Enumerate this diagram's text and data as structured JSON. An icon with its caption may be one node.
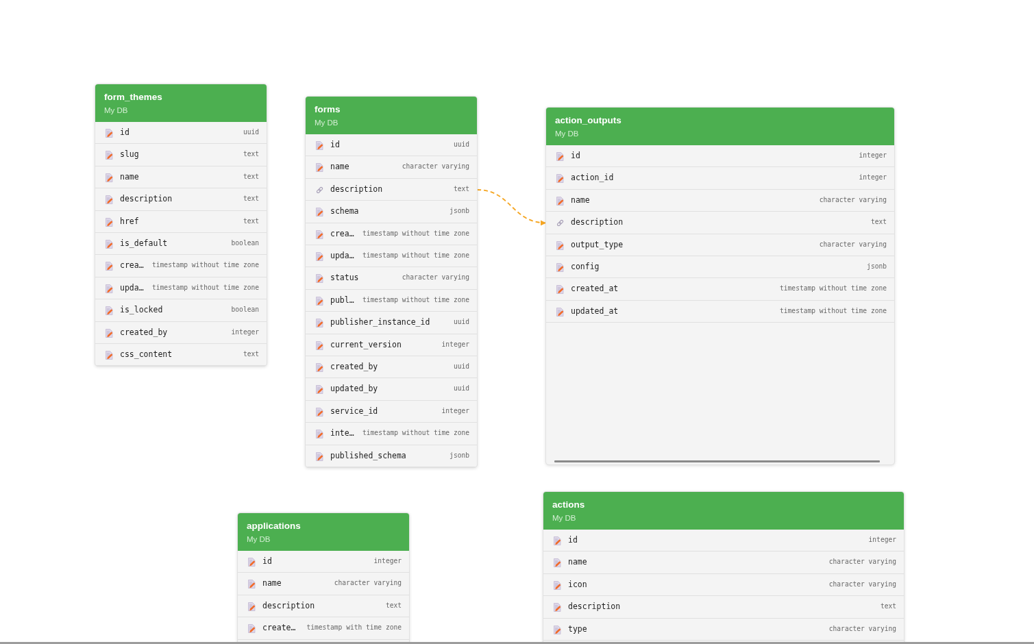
{
  "diagram": {
    "nodes": [
      {
        "text": [
          "form_themes",
          "My DB"
        ]
      },
      {
        "text": [
          "id",
          "uuid"
        ],
        "in": 0
      },
      {
        "text": [
          "slug",
          "text"
        ],
        "in": 0
      },
      {
        "text": [
          "name",
          "text"
        ],
        "in": 0
      },
      {
        "text": [
          "description",
          "text"
        ],
        "in": 0
      },
      {
        "text": [
          "href",
          "text"
        ],
        "in": 0
      },
      {
        "text": [
          "is_default",
          "boolean"
        ],
        "in": 0
      },
      {
        "text": [
          "crea…",
          "timestamp without time zone"
        ],
        "in": 0
      },
      {
        "text": [
          "upda…",
          "timestamp without time zone"
        ],
        "in": 0
      },
      {
        "text": [
          "is_locked",
          "boolean"
        ],
        "in": 0
      },
      {
        "text": [
          "created_by",
          "integer"
        ],
        "in": 0
      },
      {
        "text": [
          "css_content",
          "text"
        ],
        "in": 0
      },
      {
        "text": [
          "forms",
          "My DB"
        ]
      },
      {
        "text": [
          "id",
          "uuid"
        ],
        "in": 12
      },
      {
        "text": [
          "name",
          "character varying"
        ],
        "in": 12
      },
      {
        "text": [
          "description",
          "text"
        ],
        "in": 12
      },
      {
        "text": [
          "schema",
          "jsonb"
        ],
        "in": 12
      },
      {
        "text": [
          "crea…",
          "timestamp without time zone"
        ],
        "in": 12
      },
      {
        "text": [
          "upda…",
          "timestamp without time zone"
        ],
        "in": 12
      },
      {
        "text": [
          "status",
          "character varying"
        ],
        "in": 12
      },
      {
        "text": [
          "publ…",
          "timestamp without time zone"
        ],
        "in": 12
      },
      {
        "text": [
          "publisher_instance_id",
          "uuid"
        ],
        "in": 12
      },
      {
        "text": [
          "current_version",
          "integer"
        ],
        "in": 12
      },
      {
        "text": [
          "created_by",
          "uuid"
        ],
        "in": 12
      },
      {
        "text": [
          "updated_by",
          "uuid"
        ],
        "in": 12
      },
      {
        "text": [
          "service_id",
          "integer"
        ],
        "in": 12
      },
      {
        "text": [
          "inte…",
          "timestamp without time zone"
        ],
        "in": 12
      },
      {
        "text": [
          "published_schema",
          "jsonb"
        ],
        "in": 12
      },
      {
        "text": [
          "action_outputs",
          "My DB"
        ]
      },
      {
        "text": [
          "id",
          "integer"
        ],
        "in": 28
      },
      {
        "text": [
          "action_id",
          "integer"
        ],
        "in": 28
      },
      {
        "text": [
          "name",
          "character varying"
        ],
        "in": 28
      },
      {
        "text": [
          "description",
          "text"
        ],
        "in": 28
      },
      {
        "text": [
          "output_type",
          "character varying"
        ],
        "in": 28
      },
      {
        "text": [
          "config",
          "jsonb"
        ],
        "in": 28
      },
      {
        "text": [
          "created_at",
          "timestamp without time zone"
        ],
        "in": 28
      },
      {
        "text": [
          "updated_at",
          "timestamp without time zone"
        ],
        "in": 28
      },
      {
        "text": [
          "applications",
          "My DB"
        ]
      },
      {
        "text": [
          "id",
          "integer"
        ],
        "in": 37
      },
      {
        "text": [
          "name",
          "character varying"
        ],
        "in": 37
      },
      {
        "text": [
          "description",
          "text"
        ],
        "in": 37
      },
      {
        "text": [
          "create…",
          "timestamp with time zone"
        ],
        "in": 37
      },
      {
        "text": [
          "actions",
          "My DB"
        ]
      },
      {
        "text": [
          "id",
          "integer"
        ],
        "in": 42
      },
      {
        "text": [
          "name",
          "character varying"
        ],
        "in": 42
      },
      {
        "text": [
          "icon",
          "character varying"
        ],
        "in": 42
      },
      {
        "text": [
          "description",
          "text"
        ],
        "in": 42
      },
      {
        "text": [
          "type",
          "character varying"
        ],
        "in": 42
      }
    ],
    "edges": [
      {
        "from": 15,
        "to": 32,
        "arrow": "to",
        "style": "dashed",
        "color": "#f5a623"
      }
    ]
  }
}
